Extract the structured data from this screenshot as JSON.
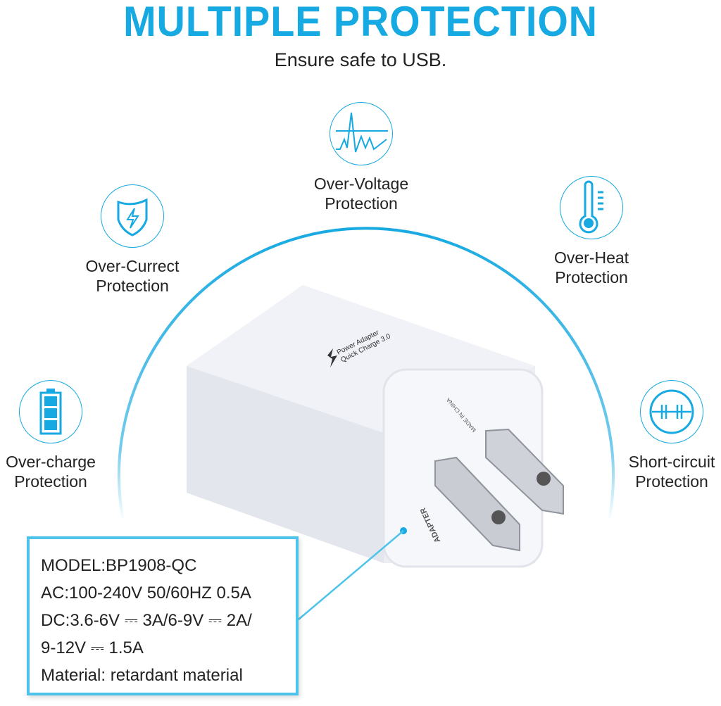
{
  "header": {
    "title": "MULTIPLE PROTECTION",
    "subtitle": "Ensure safe to USB."
  },
  "accent_color": "#17a9e1",
  "features": [
    {
      "icon": "voltage-wave-icon",
      "line1": "Over-Voltage",
      "line2": "Protection"
    },
    {
      "icon": "shield-lightning-icon",
      "line1": "Over-Currect",
      "line2": "Protection"
    },
    {
      "icon": "thermometer-icon",
      "line1": "Over-Heat",
      "line2": "Protection"
    },
    {
      "icon": "battery-icon",
      "line1": "Over-charge",
      "line2": "Protection"
    },
    {
      "icon": "short-circuit-icon",
      "line1": "Short-circuit",
      "line2": "Protection"
    }
  ],
  "product": {
    "top_label_1": "Power Adapter",
    "top_label_2": "Quick Charge 3.0",
    "face_label": "ADAPTER",
    "made_in": "MADE IN CHINA"
  },
  "specs": [
    "MODEL:BP1908-QC",
    "AC:100-240V 50/60HZ 0.5A",
    "DC:3.6-6V ⎓ 3A/6-9V ⎓ 2A/",
    "9-12V ⎓ 1.5A",
    "Material: retardant material"
  ]
}
